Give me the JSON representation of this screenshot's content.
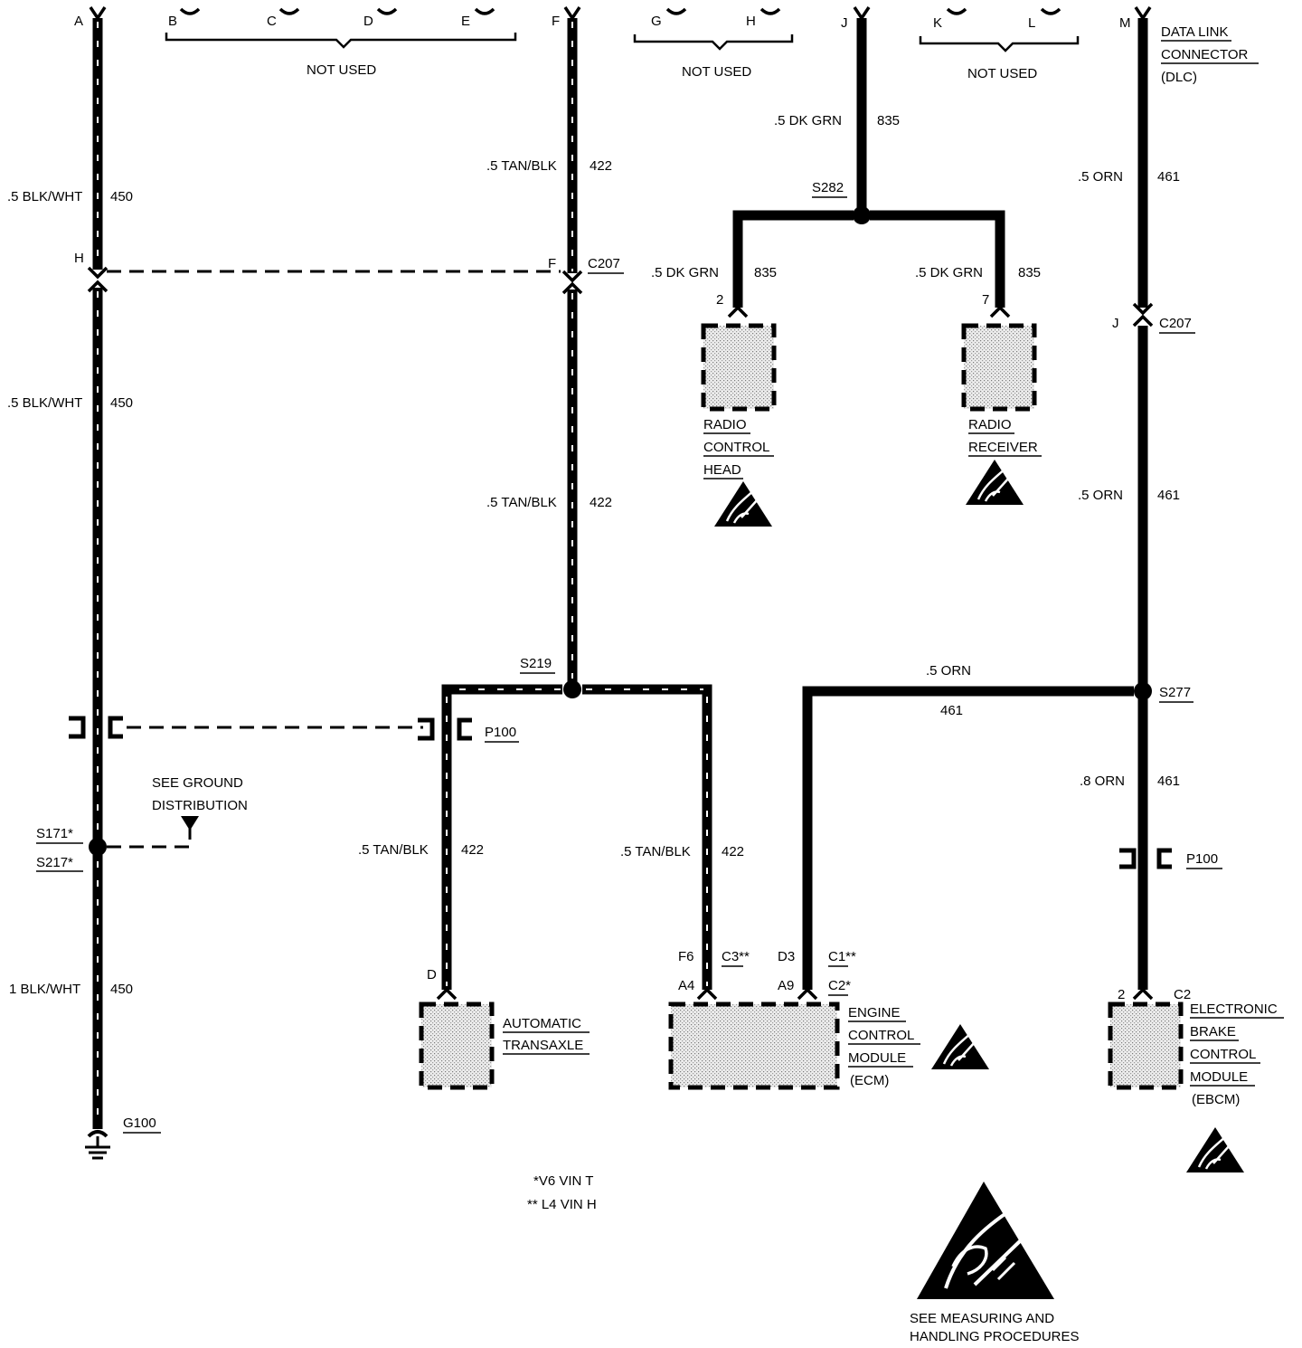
{
  "colors": {
    "ink": "#000000",
    "paper": "#ffffff",
    "fill": "#e6e6e6"
  },
  "pins_top": {
    "a": "A",
    "b": "B",
    "c": "C",
    "d": "D",
    "e": "E",
    "f": "F",
    "g": "G",
    "h": "H",
    "j": "J",
    "k": "K",
    "l": "L",
    "m": "M"
  },
  "not_used": [
    "NOT USED",
    "NOT USED",
    "NOT USED"
  ],
  "dlc": [
    "DATA LINK",
    "CONNECTOR",
    "(DLC)"
  ],
  "wires": {
    "blk_wht": ".5 BLK/WHT",
    "blk_wht_1": "1 BLK/WHT",
    "num_450": "450",
    "tan_blk": ".5 TAN/BLK",
    "num_422": "422",
    "dk_grn": ".5 DK GRN",
    "num_835": "835",
    "orn": ".5 ORN",
    "orn_8": ".8 ORN",
    "num_461": "461"
  },
  "connectors": {
    "c207": "C207",
    "p100": "P100",
    "pin_h": "H",
    "pin_f": "F",
    "pin_j": "J",
    "pin_d": "D",
    "pin_2": "2",
    "pin_7": "7",
    "pin_2b": "2",
    "pin_c2": "C2",
    "pin_f6": "F6",
    "pin_c3": "C3**",
    "pin_a4": "A4",
    "pin_d3": "D3",
    "pin_c1": "C1**",
    "pin_a9": "A9",
    "pin_c2s": "C2*"
  },
  "splices": {
    "s282": "S282",
    "s219": "S219",
    "s277": "S277",
    "s171": "S171*",
    "s217": "S217*"
  },
  "ground": {
    "see": "SEE  GROUND",
    "dist": "DISTRIBUTION",
    "g100": "G100"
  },
  "components": {
    "radio_head": [
      "RADIO",
      "CONTROL",
      "HEAD"
    ],
    "radio_receiver": [
      "RADIO",
      "RECEIVER"
    ],
    "trans": [
      "AUTOMATIC",
      "TRANSAXLE"
    ],
    "ecm": [
      "ENGINE",
      "CONTROL",
      "MODULE",
      "(ECM)"
    ],
    "ebcm": [
      "ELECTRONIC",
      "BRAKE",
      "CONTROL",
      "MODULE",
      "(EBCM)"
    ]
  },
  "footnotes": [
    "*V6  VIN T",
    "** L4  VIN H"
  ],
  "esd": {
    "caption_1": "SEE MEASURING AND",
    "caption_2": "HANDLING PROCEDURES",
    "icon": "esd-warning-icon"
  }
}
